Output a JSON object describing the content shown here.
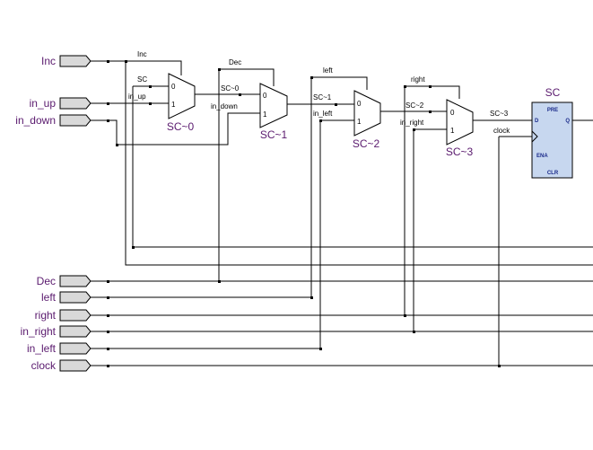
{
  "inputs": {
    "inc": "Inc",
    "in_up": "in_up",
    "in_down": "in_down",
    "dec": "Dec",
    "left": "left",
    "right": "right",
    "in_right": "in_right",
    "in_left": "in_left",
    "clock": "clock"
  },
  "muxes": {
    "m0": "SC~0",
    "m1": "SC~1",
    "m2": "SC~2",
    "m3": "SC~3",
    "sel0": "0",
    "sel1": "1"
  },
  "nets": {
    "inc": "Inc",
    "sc": "SC",
    "in_up": "in_up",
    "dec": "Dec",
    "sc0": "SC~0",
    "in_down": "in_down",
    "left": "left",
    "sc1": "SC~1",
    "in_left": "in_left",
    "right": "right",
    "sc2": "SC~2",
    "in_right": "in_right",
    "sc3": "SC~3",
    "clock": "clock"
  },
  "register": {
    "name": "SC",
    "pre": "PRE",
    "d": "D",
    "q": "Q",
    "ena": "ENA",
    "clr": "CLR"
  }
}
